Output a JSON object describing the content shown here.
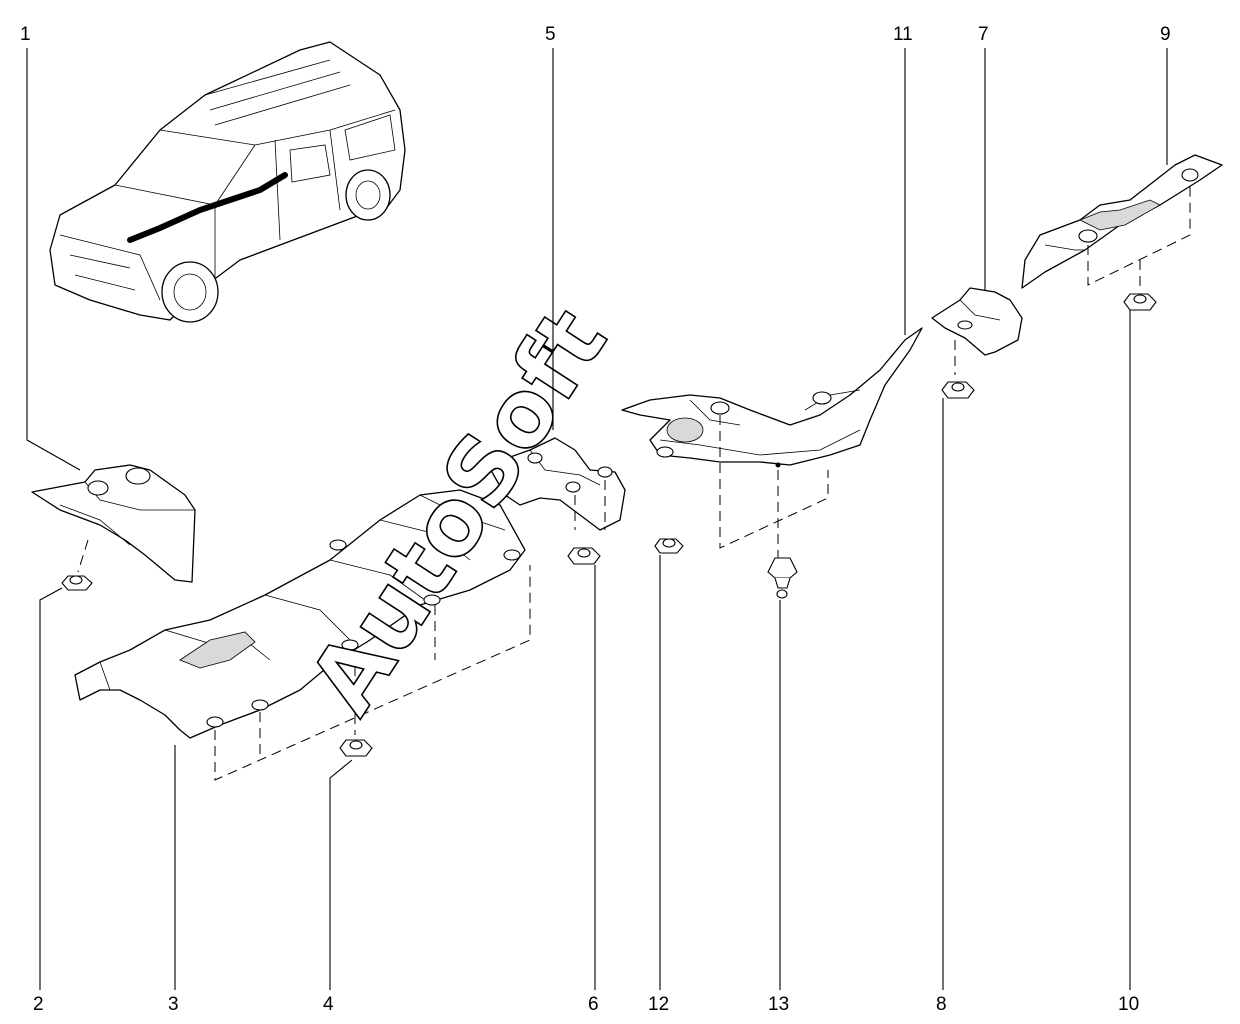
{
  "callouts": [
    {
      "id": "1",
      "text": "1"
    },
    {
      "id": "2",
      "text": "2"
    },
    {
      "id": "3",
      "text": "3"
    },
    {
      "id": "4",
      "text": "4"
    },
    {
      "id": "5",
      "text": "5"
    },
    {
      "id": "6",
      "text": "6"
    },
    {
      "id": "7",
      "text": "7"
    },
    {
      "id": "8",
      "text": "8"
    },
    {
      "id": "9",
      "text": "9"
    },
    {
      "id": "10",
      "text": "10"
    },
    {
      "id": "11",
      "text": "11"
    },
    {
      "id": "12",
      "text": "12"
    },
    {
      "id": "13",
      "text": "13"
    }
  ],
  "watermark": "AutoSoft",
  "colors": {
    "line": "#000000",
    "background": "#ffffff",
    "shade": "#d9d9d9"
  }
}
